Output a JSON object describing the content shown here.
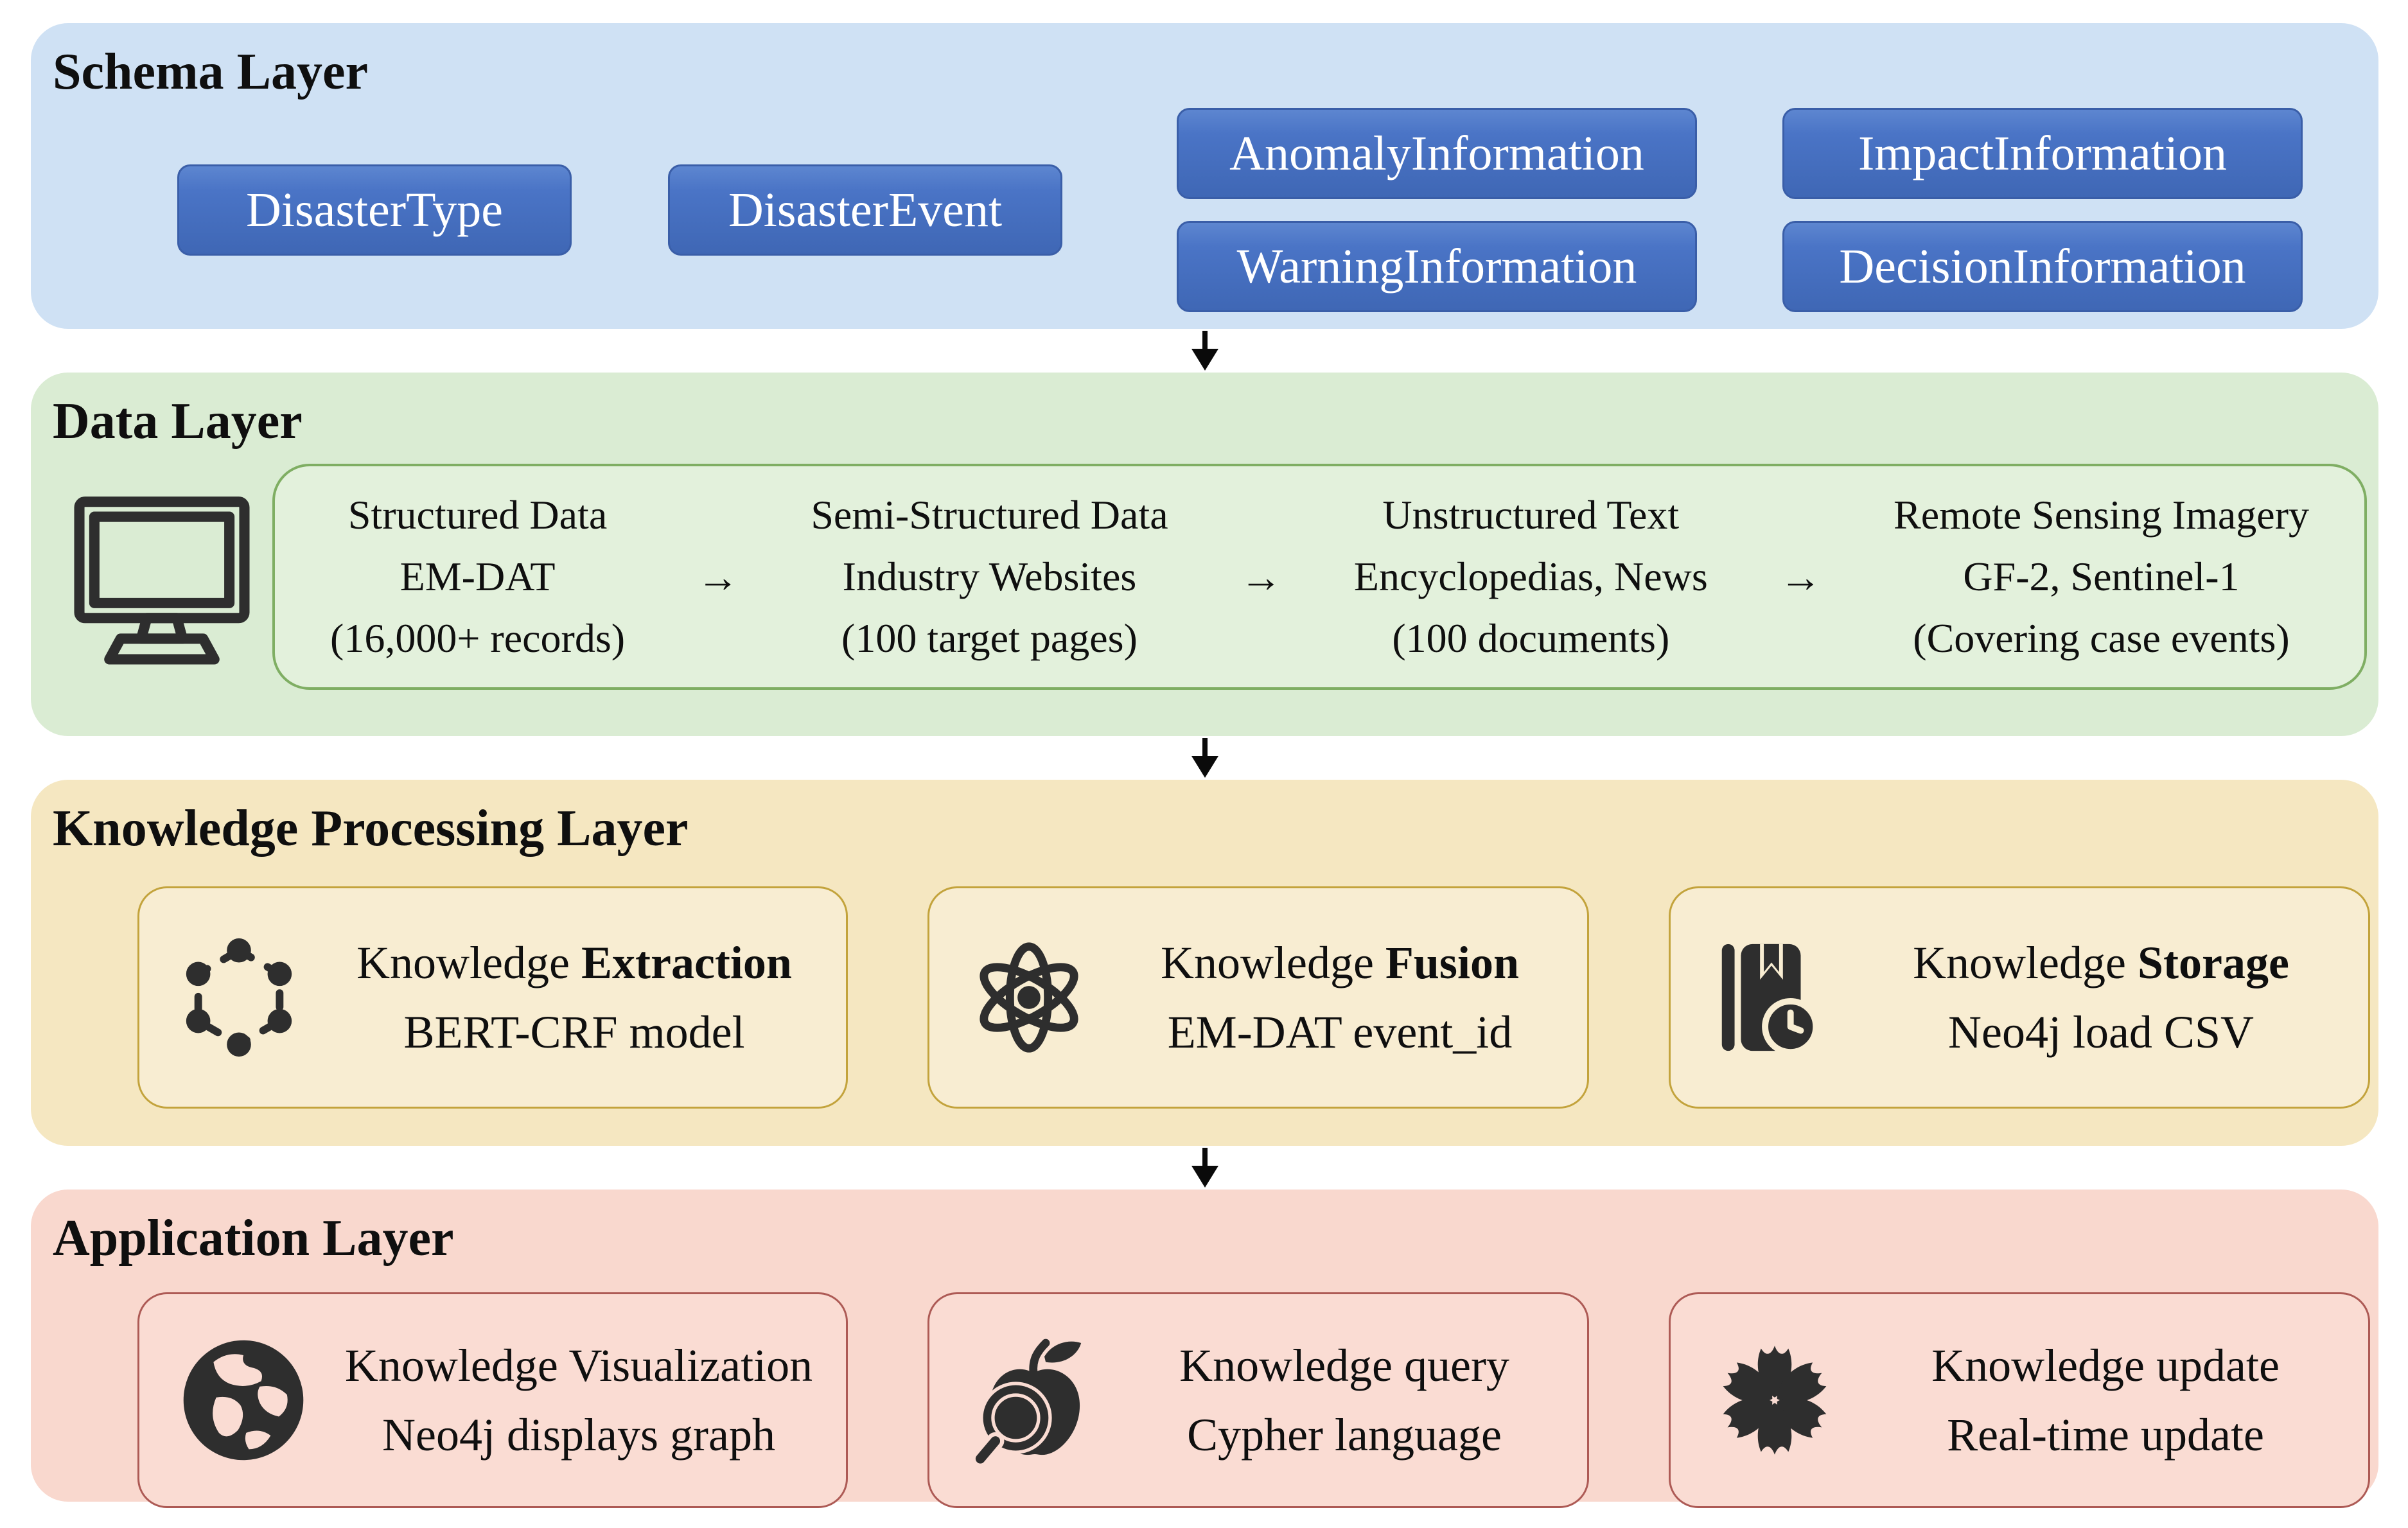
{
  "colors": {
    "schema_bg": "#cfe1f4",
    "schema_button_fill": "#4a74c6",
    "schema_button_border": "#3a5ea8",
    "data_bg": "#daecd3",
    "data_panel_bg": "#e3f1dc",
    "data_panel_border": "#7fae63",
    "processing_bg": "#f5e7c1",
    "processing_card_bg": "#f8edd2",
    "processing_card_border": "#c3a33c",
    "application_bg": "#f9d8ce",
    "application_card_bg": "#fadcd3",
    "application_card_border": "#ad5a55",
    "icon_color": "#2e2e2e",
    "text_color": "#0f0f0f"
  },
  "schema_layer": {
    "title": "Schema Layer",
    "entity_buttons": [
      {
        "label": "DisasterType"
      },
      {
        "label": "DisasterEvent"
      }
    ],
    "info_buttons": [
      {
        "label": "AnomalyInformation"
      },
      {
        "label": "ImpactInformation"
      },
      {
        "label": "WarningInformation"
      },
      {
        "label": "DecisionInformation"
      }
    ]
  },
  "data_layer": {
    "title": "Data Layer",
    "device_icon": "monitor-icon",
    "flow_arrow": "→",
    "sources": [
      {
        "category": "Structured Data",
        "name": "EM-DAT",
        "detail": "(16,000+ records)"
      },
      {
        "category": "Semi-Structured Data",
        "name": "Industry Websites",
        "detail": "(100 target pages)"
      },
      {
        "category": "Unstructured Text",
        "name": "Encyclopedias, News",
        "detail": "(100 documents)"
      },
      {
        "category": "Remote Sensing Imagery",
        "name": "GF-2, Sentinel-1",
        "detail": "(Covering case events)"
      }
    ]
  },
  "processing_layer": {
    "title": "Knowledge Processing Layer",
    "cards": [
      {
        "icon": "hexagon-nodes-icon",
        "title_prefix": "Knowledge ",
        "title_bold": "Extraction",
        "subtitle": "BERT-CRF model"
      },
      {
        "icon": "atom-icon",
        "title_prefix": "Knowledge ",
        "title_bold": "Fusion",
        "subtitle": "EM-DAT event_id"
      },
      {
        "icon": "book-clock-icon",
        "title_prefix": "Knowledge ",
        "title_bold": "Storage",
        "subtitle": "Neo4j load CSV"
      }
    ]
  },
  "application_layer": {
    "title": "Application Layer",
    "cards": [
      {
        "icon": "globe-icon",
        "line1": "Knowledge Visualization",
        "line2": "Neo4j displays graph"
      },
      {
        "icon": "apple-search-icon",
        "line1": "Knowledge query",
        "line2": "Cypher language"
      },
      {
        "icon": "flower-icon",
        "line1": "Knowledge update",
        "line2": "Real-time update"
      }
    ]
  }
}
